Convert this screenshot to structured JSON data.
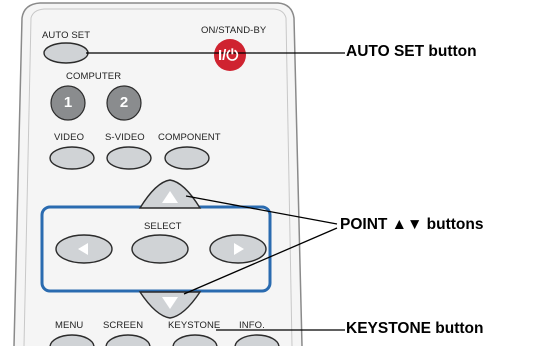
{
  "remote": {
    "auto_set_label": "AUTO SET",
    "power_label": "ON/STAND-BY",
    "power_glyph": "I/⏻",
    "computer_label": "COMPUTER",
    "digit_1": "1",
    "digit_2": "2",
    "video_label": "VIDEO",
    "svideo_label": "S-VIDEO",
    "component_label": "COMPONENT",
    "select_label": "SELECT",
    "menu_label": "MENU",
    "screen_label": "SCREEN",
    "keystone_label": "KEYSTONE",
    "info_label": "INFO."
  },
  "callouts": {
    "auto_set": "AUTO SET button",
    "point": "POINT ▲▼ buttons",
    "keystone": "KEYSTONE button"
  },
  "colors": {
    "button_fill": "#d0d3d6",
    "button_stroke": "#2b2b2b",
    "number_button": "#8a8c8e",
    "power_red": "#cf2330",
    "select_frame": "#2a6bb0",
    "body_outline": "#7a7a7a"
  }
}
